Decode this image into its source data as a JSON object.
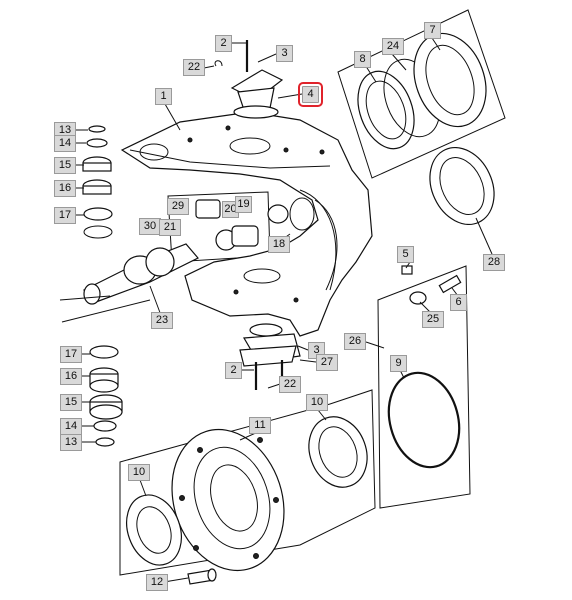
{
  "diagram": {
    "highlight_color": "#e0232b",
    "callouts": [
      {
        "id": "c2-top",
        "label": "2"
      },
      {
        "id": "c3-top",
        "label": "3"
      },
      {
        "id": "c22-top",
        "label": "22"
      },
      {
        "id": "c4",
        "label": "4",
        "highlighted": true
      },
      {
        "id": "c1",
        "label": "1"
      },
      {
        "id": "c13-top",
        "label": "13"
      },
      {
        "id": "c14-top",
        "label": "14"
      },
      {
        "id": "c15-top",
        "label": "15"
      },
      {
        "id": "c16-top",
        "label": "16"
      },
      {
        "id": "c17-top",
        "label": "17"
      },
      {
        "id": "c29",
        "label": "29"
      },
      {
        "id": "c20",
        "label": "20"
      },
      {
        "id": "c19",
        "label": "19"
      },
      {
        "id": "c30",
        "label": "30"
      },
      {
        "id": "c21",
        "label": "21"
      },
      {
        "id": "c18",
        "label": "18"
      },
      {
        "id": "c8",
        "label": "8"
      },
      {
        "id": "c24",
        "label": "24"
      },
      {
        "id": "c7",
        "label": "7"
      },
      {
        "id": "c28",
        "label": "28"
      },
      {
        "id": "c5",
        "label": "5"
      },
      {
        "id": "c6",
        "label": "6"
      },
      {
        "id": "c25",
        "label": "25"
      },
      {
        "id": "c26",
        "label": "26"
      },
      {
        "id": "c23",
        "label": "23"
      },
      {
        "id": "c3-bot",
        "label": "3"
      },
      {
        "id": "c27",
        "label": "27"
      },
      {
        "id": "c2-bot",
        "label": "2"
      },
      {
        "id": "c22-bot",
        "label": "22"
      },
      {
        "id": "c17-bot",
        "label": "17"
      },
      {
        "id": "c16-bot",
        "label": "16"
      },
      {
        "id": "c15-bot",
        "label": "15"
      },
      {
        "id": "c14-bot",
        "label": "14"
      },
      {
        "id": "c13-bot",
        "label": "13"
      },
      {
        "id": "c9",
        "label": "9"
      },
      {
        "id": "c10-mid",
        "label": "10"
      },
      {
        "id": "c11",
        "label": "11"
      },
      {
        "id": "c10-left",
        "label": "10"
      },
      {
        "id": "c12",
        "label": "12"
      }
    ]
  }
}
